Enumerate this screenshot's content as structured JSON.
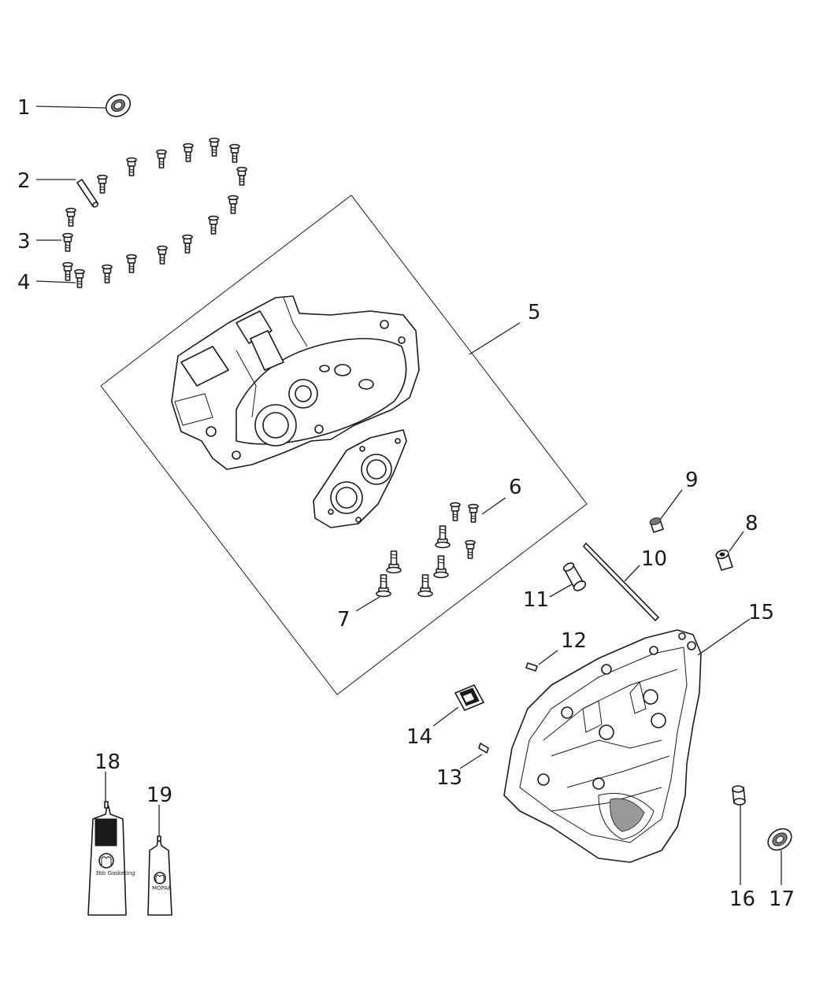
{
  "callouts": {
    "c1": "1",
    "c2": "2",
    "c3": "3",
    "c4": "4",
    "c5": "5",
    "c6": "6",
    "c7": "7",
    "c8": "8",
    "c9": "9",
    "c10": "10",
    "c11": "11",
    "c12": "12",
    "c13": "13",
    "c14": "14",
    "c15": "15",
    "c16": "16",
    "c17": "17",
    "c18": "18",
    "c19": "19"
  },
  "tubes": {
    "t18_label": "3bb Gasketing",
    "t19_label": "MOPAR"
  },
  "icons": {
    "brand_logo": "mopar-logo-icon"
  },
  "colors": {
    "line": "#1a1a1a",
    "background": "#ffffff"
  }
}
